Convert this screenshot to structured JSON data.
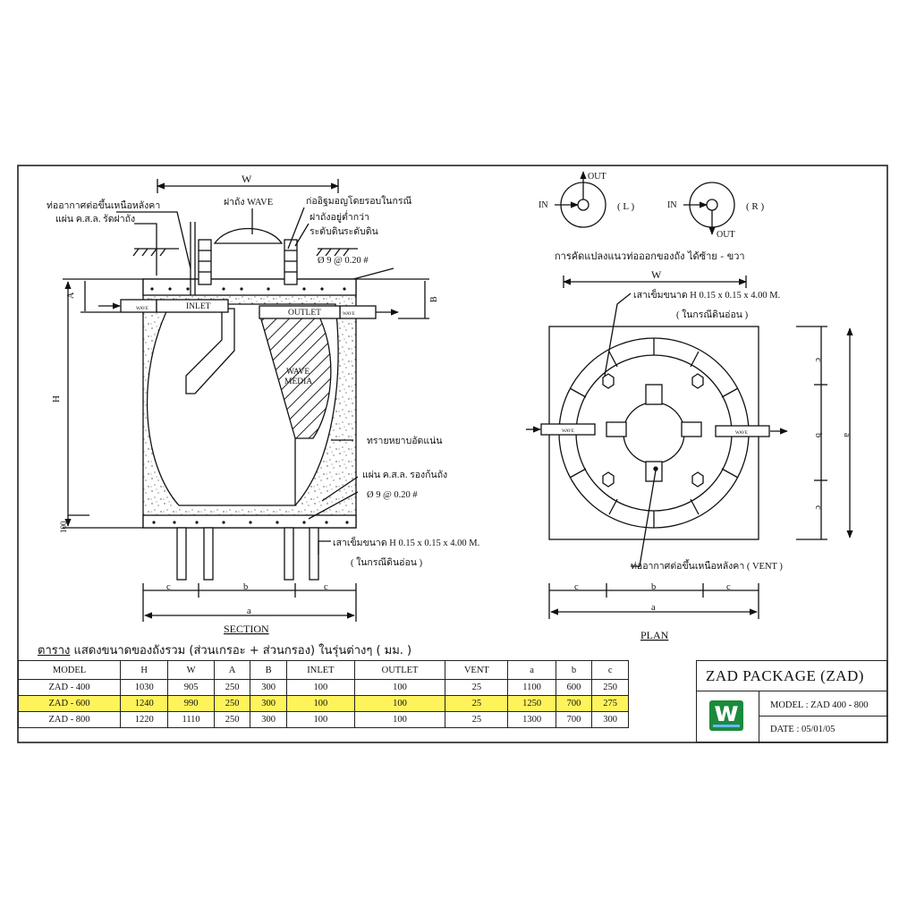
{
  "section": {
    "dim_w": "W",
    "dim_h": "H",
    "dim_a": "A",
    "dim_b": "B",
    "dim_100": "100",
    "dim_c_left": "c",
    "dim_b_bottom": "b",
    "dim_c_right": "c",
    "dim_a_bottom": "a",
    "label_vent_pipe": "ท่ออากาศต่อขึ้นเหนือหลังคา",
    "label_concrete_cover": "แผ่น ค.ส.ล. รัดฝาถัง",
    "label_lid": "ฝาถัง WAVE",
    "label_brick_1": "ก่ออิฐมอญโดยรอบในกรณี",
    "label_brick_2": "ฝาถังอยู่ต่ำกว่า",
    "label_brick_3": "ระดับดิน",
    "label_ground": "ระดับดิน",
    "label_rebar_top": "Ø 9 @ 0.20 #",
    "label_inlet": "INLET",
    "label_outlet": "OUTLET",
    "label_media_1": "WAVE",
    "label_media_2": "MEDIA",
    "label_sand": "ทรายหยาบอัดแน่น",
    "label_base_slab": "แผ่น ค.ส.ล. รองก้นถัง",
    "label_rebar_bottom": "Ø 9 @ 0.20 #",
    "label_pile": "เสาเข็มขนาด  H 0.15 x 0.15 x 4.00  M.",
    "label_pile_note": "( ในกรณีดินอ่อน )",
    "pipe_tag": "WAVE",
    "caption": "SECTION"
  },
  "orientation": {
    "out_l": "OUT",
    "in_l": "IN",
    "tag_l": "( L )",
    "in_r": "IN",
    "out_r": "OUT",
    "tag_r": "( R )",
    "caption": "การคัดแปลงแนวท่อออกของถัง  ได้ซ้าย - ขวา"
  },
  "plan": {
    "dim_w": "W",
    "label_pile": "เสาเข็มขนาด  H 0.15 x 0.15 x 4.00  M.",
    "label_pile_note": "( ในกรณีดินอ่อน )",
    "label_vent": "ท่ออากาศต่อขึ้นเหนือหลังคา ( VENT )",
    "dim_c_top": "c",
    "dim_b_mid": "b",
    "dim_c_bot": "c",
    "dim_a_side": "a",
    "dim_c_left": "c",
    "dim_b_bottom": "b",
    "dim_c_right": "c",
    "dim_a_bottom": "a",
    "pipe_tag": "WAVE",
    "caption": "PLAN"
  },
  "table": {
    "title_underlined": "ตาราง",
    "title_rest": " แสดงขนาดของถังรวม (ส่วนเกรอะ + ส่วนกรอง)  ในรุ่นต่างๆ  ( มม. )",
    "headers": [
      "MODEL",
      "H",
      "W",
      "A",
      "B",
      "INLET",
      "OUTLET",
      "VENT",
      "a",
      "b",
      "c"
    ],
    "rows": [
      [
        "ZAD - 400",
        "1030",
        "905",
        "250",
        "300",
        "100",
        "100",
        "25",
        "1100",
        "600",
        "250"
      ],
      [
        "ZAD - 600",
        "1240",
        "990",
        "250",
        "300",
        "100",
        "100",
        "25",
        "1250",
        "700",
        "275"
      ],
      [
        "ZAD - 800",
        "1220",
        "1110",
        "250",
        "300",
        "100",
        "100",
        "25",
        "1300",
        "700",
        "300"
      ]
    ],
    "highlight_row": 1,
    "highlight_color": "#fff35c"
  },
  "title_block": {
    "name": "ZAD PACKAGE (ZAD)",
    "model": "MODEL  :  ZAD 400 - 800",
    "date": "DATE  :   05/01/05",
    "logo_color": "#1b8a3c"
  }
}
